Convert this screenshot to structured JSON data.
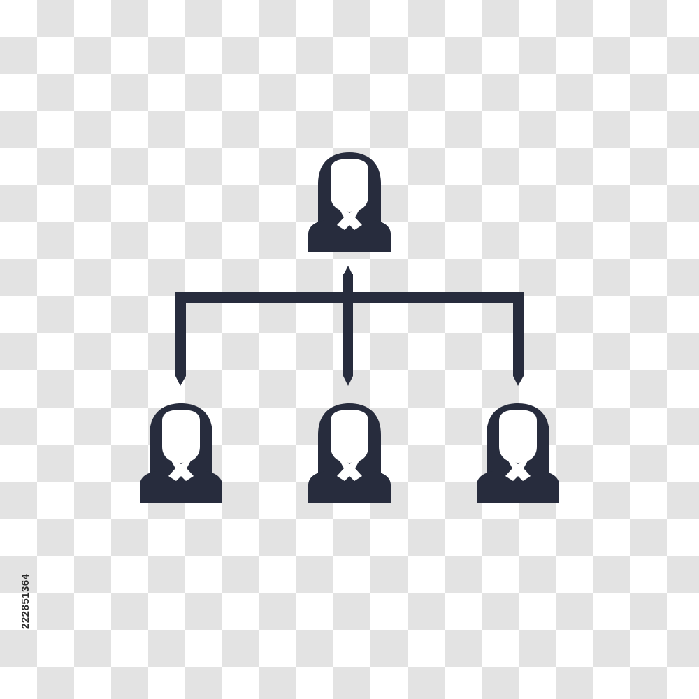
{
  "stock_id": "222851364",
  "icon": {
    "name": "hierarchy-icon",
    "fill": "#272c3d",
    "nodes": [
      "person-top",
      "person-left",
      "person-center",
      "person-right"
    ]
  },
  "background": {
    "light": "#ffffff",
    "dark": "#e3e3e3"
  }
}
